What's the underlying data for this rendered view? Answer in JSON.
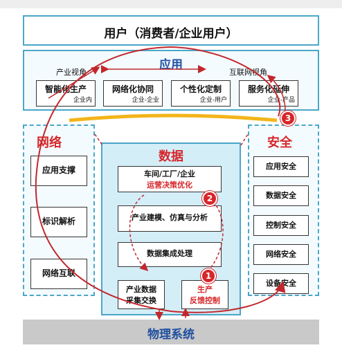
{
  "user_bar": {
    "label": "用户（消费者/企业用户）"
  },
  "application": {
    "title": "应用",
    "left_view": "产业视角",
    "right_view": "互联网视角",
    "items": [
      {
        "label": "智能化生产",
        "sub": "企业内"
      },
      {
        "label": "网络化协同",
        "sub": "企业-企业"
      },
      {
        "label": "个性化定制",
        "sub": "企业-用户"
      },
      {
        "label": "服务化延伸",
        "sub": "企业-产品"
      }
    ]
  },
  "network": {
    "title": "网络",
    "items": [
      "应用支撑",
      "标识解析",
      "网络互联"
    ]
  },
  "data": {
    "title": "数据",
    "top_line1": "车间/工厂/企业",
    "top_line2": "运营决策优化",
    "modeling": "产业建模、仿真与分析",
    "integration": "数据集成处理",
    "collect_line1": "产业数据",
    "collect_line2": "采集交换",
    "feedback_line1": "生产",
    "feedback_line2": "反馈控制"
  },
  "security": {
    "title": "安全",
    "items": [
      "应用安全",
      "数据安全",
      "控制安全",
      "网络安全",
      "设备安全"
    ]
  },
  "physical": {
    "label": "物理系统"
  },
  "badges": [
    "1",
    "2",
    "3"
  ],
  "colors": {
    "frame": "#4aa6c8",
    "accent_red": "#d7262a",
    "title_blue": "#1f4fa0",
    "gold": "#f2b51a"
  }
}
